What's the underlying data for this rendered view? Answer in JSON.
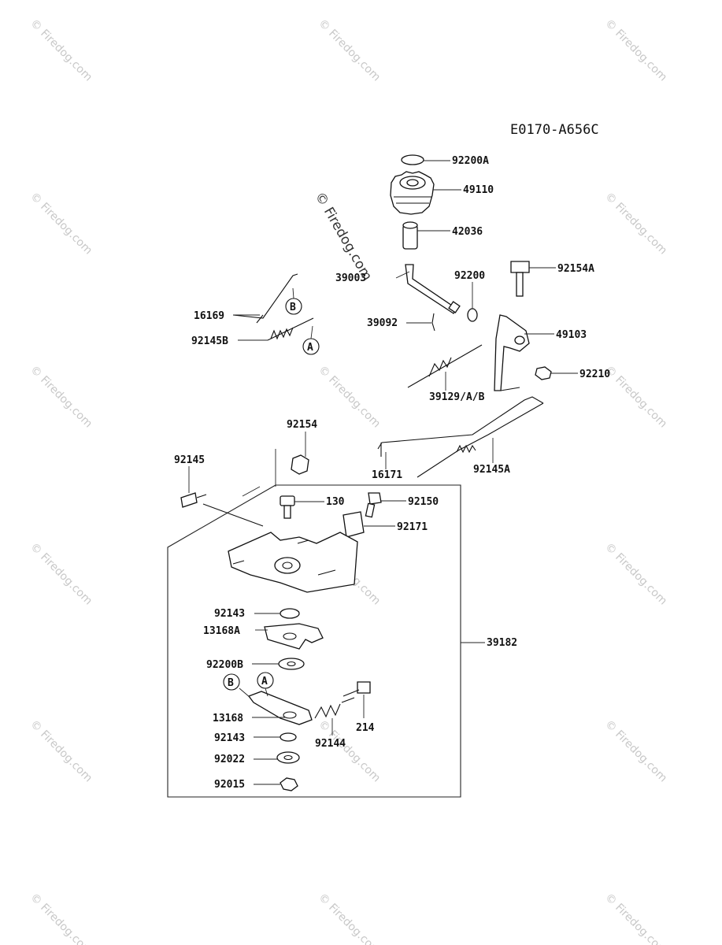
{
  "diagram_code": "E0170-A656C",
  "main_watermark": "© Firedog.com",
  "repeat_watermark": "© Firedog.com",
  "callout_letters": [
    "A",
    "B"
  ],
  "parts": [
    "92200A",
    "49110",
    "42036",
    "39003",
    "92200",
    "92154A",
    "16169",
    "39092",
    "92145B",
    "49103",
    "92210",
    "39129/A/B",
    "92154",
    "92145",
    "16171",
    "92145A",
    "130",
    "92150",
    "92171",
    "92143",
    "13168A",
    "39182",
    "92200B",
    "13168",
    "214",
    "92144",
    "92022",
    "92015"
  ]
}
